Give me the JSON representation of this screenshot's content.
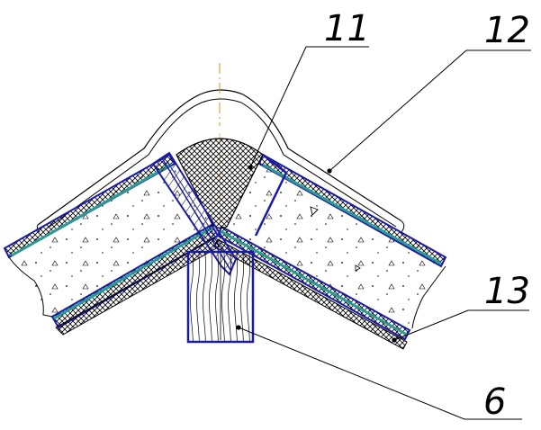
{
  "drawing": {
    "callouts": [
      {
        "id": "c11",
        "label": "11"
      },
      {
        "id": "c12",
        "label": "12"
      },
      {
        "id": "c13",
        "label": "13"
      },
      {
        "id": "c6",
        "label": "6"
      }
    ]
  },
  "colors": {
    "background": "#ffffff",
    "line": "#000000",
    "profile": "#1a1aa8",
    "membrane": "#2a9b94",
    "centerline": "#d9941f",
    "filler": "#d7d7d7"
  }
}
